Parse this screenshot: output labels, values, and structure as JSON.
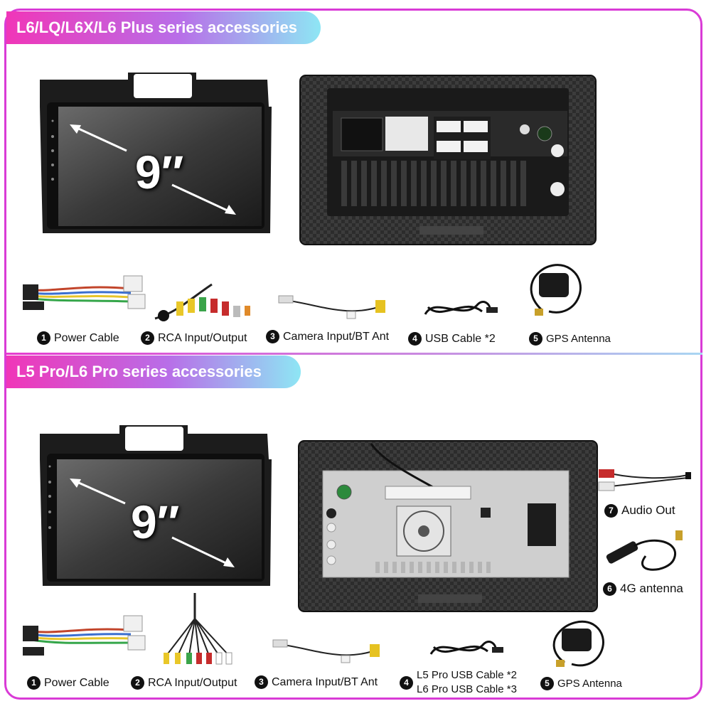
{
  "sections": [
    {
      "title": "L6/LQ/L6X/L6 Plus series accessories",
      "screen_size": "9″",
      "accessories": [
        {
          "num": "1",
          "label": "Power Cable"
        },
        {
          "num": "2",
          "label": "RCA Input/Output"
        },
        {
          "num": "3",
          "label": "Camera Input/BT Ant"
        },
        {
          "num": "4",
          "label": "USB Cable *2"
        },
        {
          "num": "5",
          "label": "GPS Antenna"
        }
      ]
    },
    {
      "title": "L5 Pro/L6 Pro series accessories",
      "screen_size": "9″",
      "accessories": [
        {
          "num": "1",
          "label": "Power Cable"
        },
        {
          "num": "2",
          "label": "RCA Input/Output"
        },
        {
          "num": "3",
          "label": "Camera Input/BT Ant"
        },
        {
          "num": "4",
          "label_line1": "L5 Pro USB Cable *2",
          "label_line2": "L6 Pro USB Cable *3"
        },
        {
          "num": "5",
          "label": "GPS Antenna"
        },
        {
          "num": "6",
          "label": "4G antenna"
        },
        {
          "num": "7",
          "label": "Audio Out"
        }
      ]
    }
  ],
  "colors": {
    "frame": "#d93bd6",
    "banner_start": "#f036b8",
    "banner_end": "#8ee6f4"
  }
}
